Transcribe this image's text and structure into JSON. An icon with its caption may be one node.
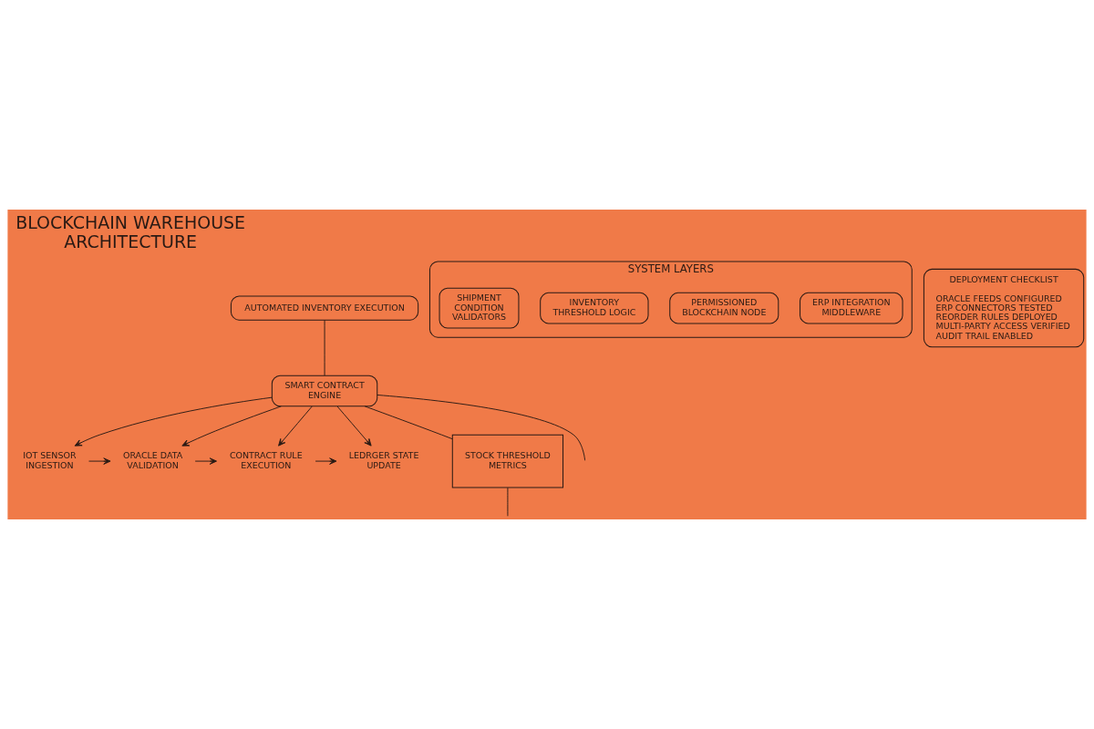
{
  "diagram": {
    "title": "BLOCKCHAIN WAREHOUSE ARCHITECTURE",
    "nodes": [
      {
        "text": [
          "AUTOMATED INVENTORY EXECUTION"
        ]
      },
      {
        "text": [
          "SMART CONTRACT ENGINE"
        ]
      },
      {
        "text": [
          "IOT SENSOR INGESTION"
        ]
      },
      {
        "text": [
          "ORACLE DATA VALIDATION"
        ]
      },
      {
        "text": [
          "CONTRACT RULE EXECUTION"
        ]
      },
      {
        "text": [
          "LEDRGER STATE UPDATE"
        ]
      },
      {
        "text": [
          "STOCK THRESHOLD METRICS"
        ]
      },
      {
        "text": [
          "SYSTEM LAYERS"
        ]
      },
      {
        "text": [
          "ERP INTEGRATION MIDDLEWARE"
        ],
        "in": 7
      },
      {
        "text": [
          "PERMISSIONED BLOCKCHAIN NODE"
        ],
        "in": 7
      },
      {
        "text": [
          "INVENTORY THRESHOLD LOGIC"
        ],
        "in": 7
      },
      {
        "text": [
          "SHIPMENT CONDITION VALIDATORS"
        ],
        "in": 7
      },
      {
        "text": [
          "DEPLOYMENT CHECKLIST",
          "ORACLE FEEDS CONFIGURED",
          "ERP CONNECTORS TESTED",
          "REORDER RULES DEPLOYED",
          "MULTI-PARTY ACCESS VERIFIED",
          "AUDIT TRAIL ENABLED"
        ]
      }
    ],
    "edges": [
      {
        "from": 0,
        "to": 1,
        "arrow": "none"
      },
      {
        "from": 1,
        "to": 2,
        "arrow": "to"
      },
      {
        "from": 1,
        "to": 3,
        "arrow": "to"
      },
      {
        "from": 1,
        "to": 4,
        "arrow": "to"
      },
      {
        "from": 1,
        "to": 5,
        "arrow": "to"
      },
      {
        "from": 2,
        "to": 3,
        "arrow": "to"
      },
      {
        "from": 3,
        "to": 4,
        "arrow": "to"
      },
      {
        "from": 4,
        "to": 5,
        "arrow": "to"
      },
      {
        "from": 1,
        "to": 6,
        "arrow": "none"
      },
      {
        "from": 1,
        "to": null,
        "arrow": "none"
      },
      {
        "from": 6,
        "to": null,
        "arrow": "none"
      }
    ]
  }
}
